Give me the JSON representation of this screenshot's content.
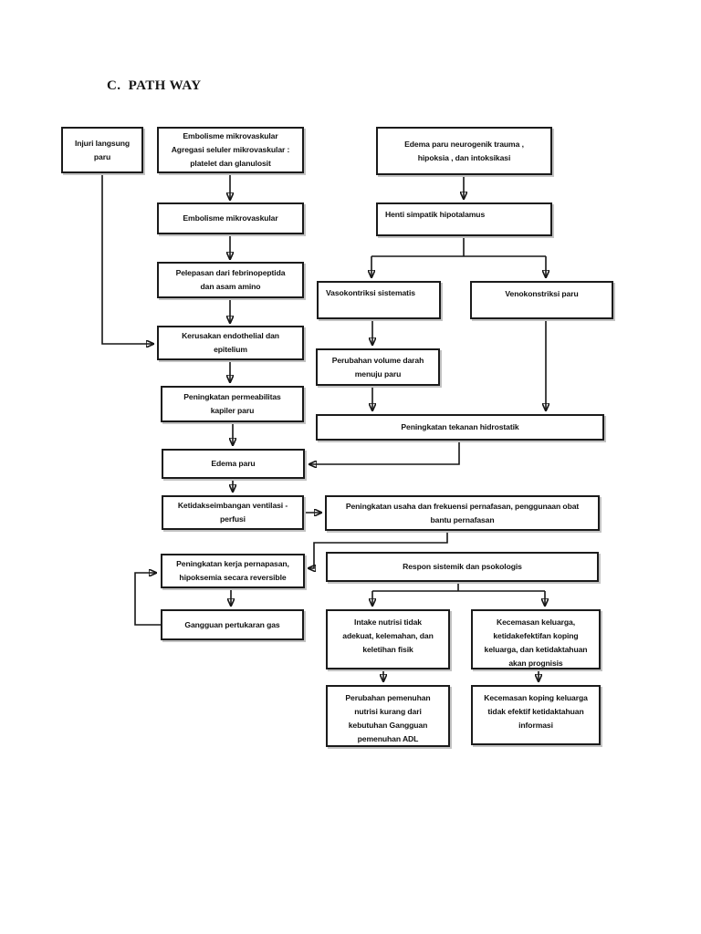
{
  "page": {
    "title": "C.  PATH WAY"
  },
  "colors": {
    "line": "#161616",
    "box_border": "#1b1b1b",
    "text": "#111111",
    "page_bg": "#ffffff"
  },
  "diagram": {
    "nodes": {
      "injuri": {
        "label": "Injuri langsung\nparu"
      },
      "agregasi": {
        "label": "Embolisme mikrovaskular\nAgregasi seluler mikrovaskular :\nplatelet dan glanulosit"
      },
      "neurogenik": {
        "label": "Edema paru neurogenik trauma ,\nhipoksia , dan intoksikasi"
      },
      "embolisme": {
        "label": "Embolisme mikrovaskular"
      },
      "henti": {
        "label": "Henti simpatik hipotalamus"
      },
      "pelepasan": {
        "label": "Pelepasan dari febrinopeptida\ndan asam amino"
      },
      "vasokontriksi": {
        "label": "Vasokontriksi sistematis"
      },
      "venokonstriksi": {
        "label": "Venokonstriksi paru"
      },
      "kerusakan": {
        "label": "Kerusakan endothelial dan\nepitelium"
      },
      "perubahan_volume": {
        "label": "Perubahan volume darah\nmenuju paru"
      },
      "permeabilitas": {
        "label": "Peningkatan permeabilitas\nkapiler paru"
      },
      "hidrostatik": {
        "label": "Peningkatan tekanan hidrostatik"
      },
      "edema_paru": {
        "label": "Edema paru"
      },
      "ketidakseimbangan": {
        "label": "Ketidakseimbangan ventilasi -\nperfusi"
      },
      "usaha": {
        "label": "Peningkatan usaha dan frekuensi pernafasan, penggunaan obat\nbantu pernafasan"
      },
      "respon": {
        "label": "Respon sistemik dan psokologis"
      },
      "kerja": {
        "label": "Peningkatan kerja pernapasan,\nhipoksemia secara reversible"
      },
      "gangguan": {
        "label": "Gangguan pertukaran gas"
      },
      "intake": {
        "label": "Intake nutrisi tidak\nadekuat, kelemahan, dan\nkeletihan fisik"
      },
      "kecemasan_keluarga": {
        "label": "Kecemasan keluarga,\nketidakefektifan koping\nkeluarga, dan ketidaktahuan\nakan prognisis"
      },
      "perubahan_pemenuhan": {
        "label": "Perubahan pemenuhan\nnutrisi kurang dari\nkebutuhan Gangguan\npemenuhan ADL"
      },
      "kecemasan_koping": {
        "label": "Kecemasan koping keluarga\ntidak efektif ketidaktahuan\ninformasi"
      }
    }
  }
}
